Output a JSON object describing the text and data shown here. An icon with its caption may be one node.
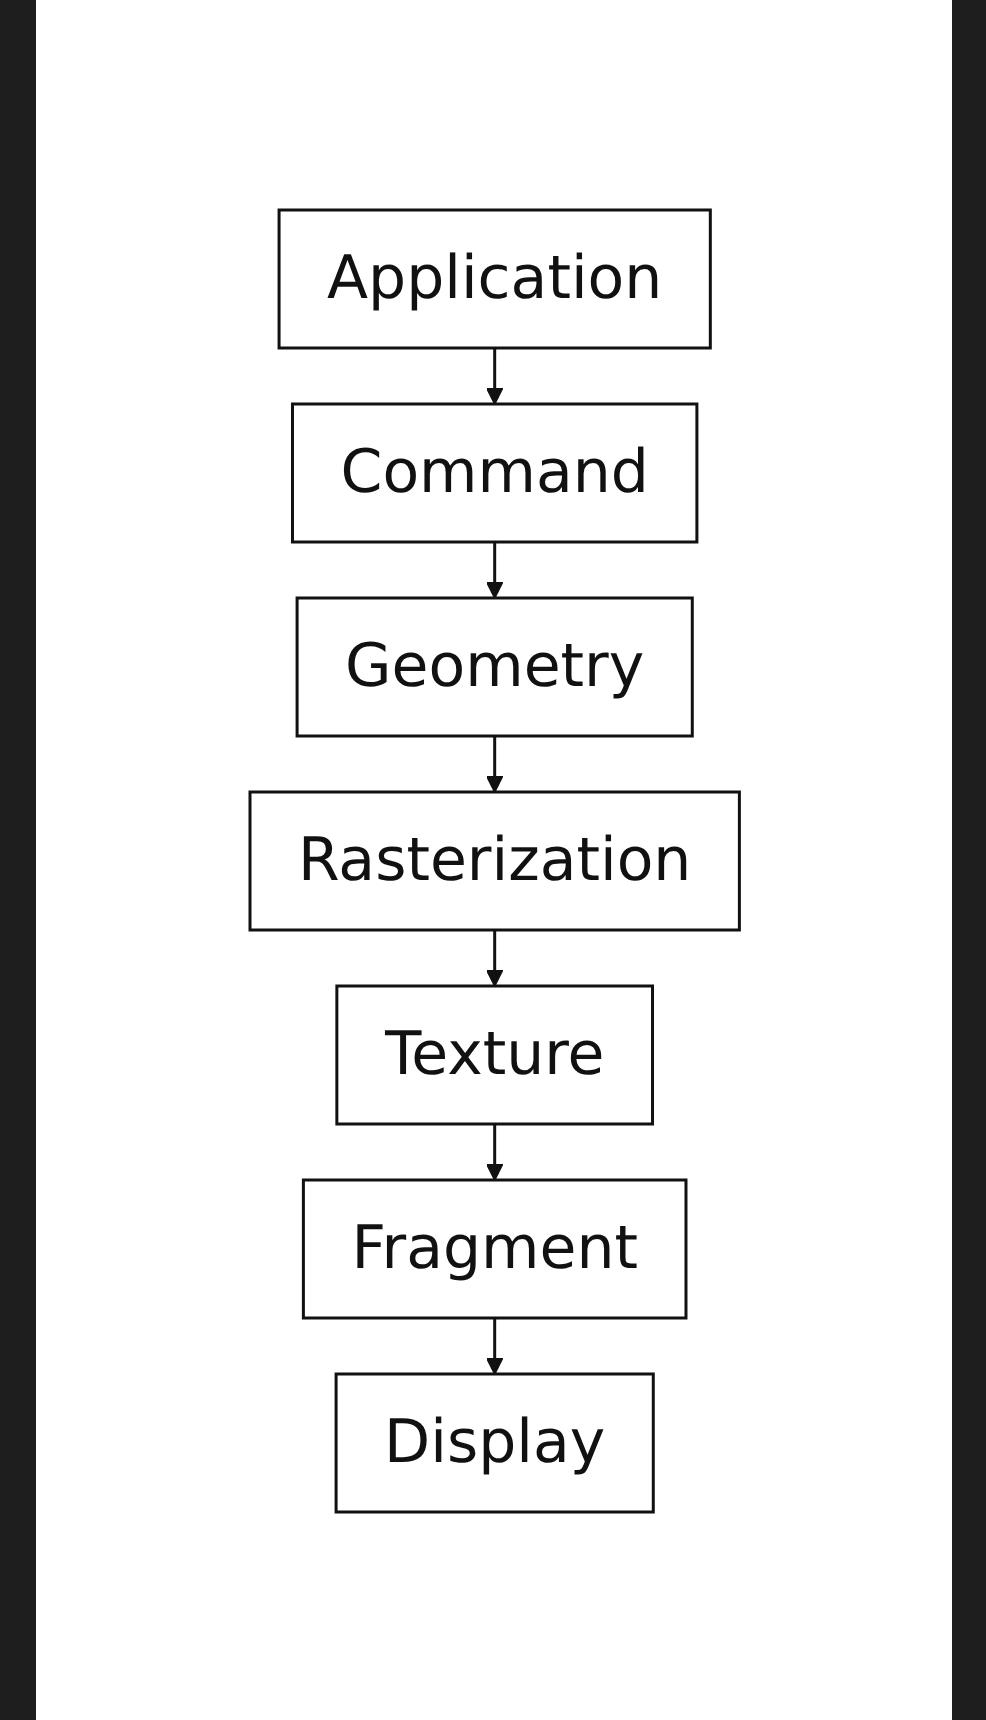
{
  "diagram": {
    "nodes": [
      {
        "text": [
          "Application"
        ]
      },
      {
        "text": [
          "Command"
        ]
      },
      {
        "text": [
          "Geometry"
        ]
      },
      {
        "text": [
          "Rasterization"
        ]
      },
      {
        "text": [
          "Texture"
        ]
      },
      {
        "text": [
          "Fragment"
        ]
      },
      {
        "text": [
          "Display"
        ]
      }
    ],
    "edges": [
      {
        "from": 0,
        "to": 1,
        "arrow": "to"
      },
      {
        "from": 1,
        "to": 2,
        "arrow": "to"
      },
      {
        "from": 2,
        "to": 3,
        "arrow": "to"
      },
      {
        "from": 3,
        "to": 4,
        "arrow": "to"
      },
      {
        "from": 4,
        "to": 5,
        "arrow": "to"
      },
      {
        "from": 5,
        "to": 6,
        "arrow": "to"
      }
    ]
  }
}
